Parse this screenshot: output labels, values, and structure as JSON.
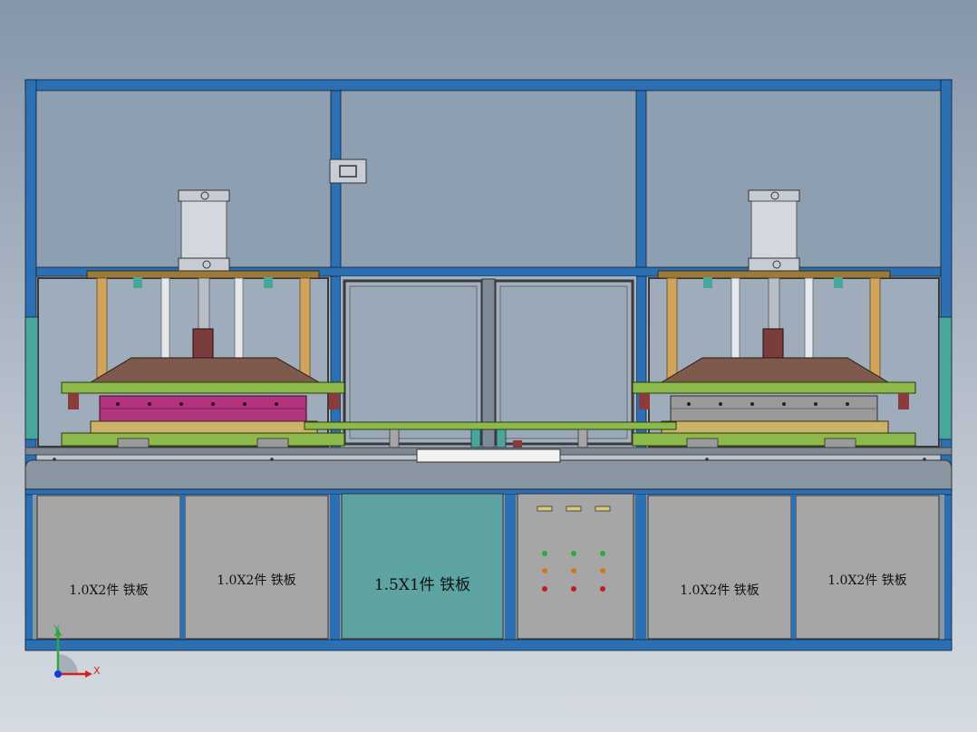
{
  "colors": {
    "frame_blue": "#2c6fb3",
    "frame_dark": "#1a4c80",
    "glass": "#8c9db0",
    "cylinder": "#cdd3da",
    "top_plate": "#9c7a3c",
    "pillar_tan": "#d1a45d",
    "base_green": "#8db84a",
    "mold_pink": "#b2347e",
    "mold_gray": "#9a9a9a",
    "upper_mold": "#7e5a4c",
    "panel_gray": "#a6a6a6",
    "panel_teal": "#5ca3a1",
    "led_green": "#2fa83c",
    "led_orange": "#d07a1a",
    "led_red": "#c02020",
    "indicator_yellow": "#d8c878",
    "axis_x": "#d42020",
    "axis_y": "#2ca83c",
    "axis_z": "#1a3ad8"
  },
  "cabinet": {
    "labels": [
      "1.0X2件 铁板",
      "1.0X2件 铁板",
      "1.5X1件 铁板",
      "1.0X2件 铁板",
      "1.0X2件 铁板"
    ]
  },
  "control_panel": {
    "indicators": 3,
    "led_rows": [
      "green",
      "orange",
      "red"
    ],
    "led_cols": 3
  },
  "axes": {
    "x_label": "X",
    "y_label": "Y"
  },
  "icons": [
    "coordinate-triad-icon"
  ]
}
